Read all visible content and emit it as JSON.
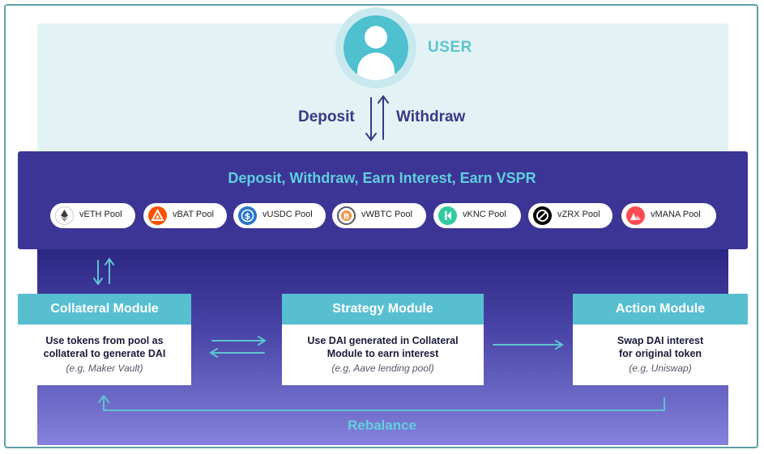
{
  "user": {
    "label": "USER"
  },
  "flow": {
    "deposit": "Deposit",
    "withdraw": "Withdraw"
  },
  "pools": {
    "title": "Deposit, Withdraw, Earn Interest, Earn VSPR",
    "items": [
      {
        "label": "vETH Pool",
        "icon": "ethereum-icon",
        "color": "#ffffff"
      },
      {
        "label": "vBAT Pool",
        "icon": "bat-icon",
        "color": "#ff5000"
      },
      {
        "label": "vUSDC Pool",
        "icon": "usdc-icon",
        "color": "#2775ca"
      },
      {
        "label": "vWBTC Pool",
        "icon": "wbtc-icon",
        "color": "#f09242"
      },
      {
        "label": "vKNC Pool",
        "icon": "knc-icon",
        "color": "#31cb9e"
      },
      {
        "label": "vZRX Pool",
        "icon": "zrx-icon",
        "color": "#000000"
      },
      {
        "label": "vMANA Pool",
        "icon": "mana-icon",
        "color": "#ff4a52"
      }
    ]
  },
  "modules": [
    {
      "title": "Collateral Module",
      "line1": "Use tokens from pool as",
      "line2": "collateral to generate DAI",
      "example": "(e.g, Maker Vault)"
    },
    {
      "title": "Strategy Module",
      "line1": "Use DAI generated in Collateral",
      "line2": "Module to earn interest",
      "example": "(e.g, Aave lending pool)"
    },
    {
      "title": "Action Module",
      "line1": "Swap DAI interest",
      "line2": "for original token",
      "example": "(e.g, Uniswap)"
    }
  ],
  "rebalance": {
    "label": "Rebalance"
  },
  "colors": {
    "frame": "#5d9fa8",
    "user_panel": "#e3f3f5",
    "pool_bar": "#3c3596",
    "accent_teal": "#58bfd1",
    "dark_navy": "#3a3786"
  }
}
